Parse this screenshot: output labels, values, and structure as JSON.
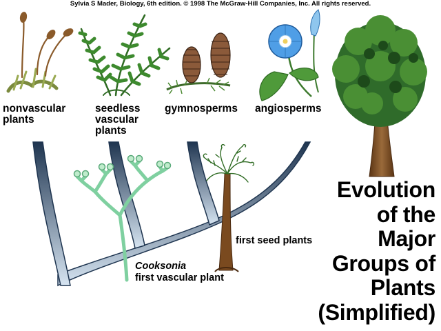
{
  "copyright": "Sylvia S Mader, Biology, 6th edition. © 1998 The McGraw-Hill Companies, Inc. All rights reserved.",
  "groups": {
    "nonvascular": [
      "nonvascular",
      "plants"
    ],
    "seedless": [
      "seedless",
      "vascular",
      "plants"
    ],
    "gymnosperms": [
      "gymnosperms"
    ],
    "angiosperms": [
      "angiosperms"
    ]
  },
  "labels": {
    "first_seed_plants": "first seed plants",
    "cooksonia_name": "Cooksonia",
    "cooksonia_desc": "first vascular plant"
  },
  "title": [
    "Evolution",
    "of the",
    "Major",
    "Groups of",
    "Plants",
    "(Simplified)"
  ],
  "colors": {
    "branch_dark": "#1f3550",
    "branch_light": "#c7d8ea",
    "cooksonia": "#9fe0b0",
    "tree_green": "#2f6b2a",
    "trunk": "#7a4a1f",
    "moss": "#8a9a4a",
    "fern": "#3d7a2e",
    "cone": "#8b5a3a",
    "flower": "#4f9ee6"
  }
}
